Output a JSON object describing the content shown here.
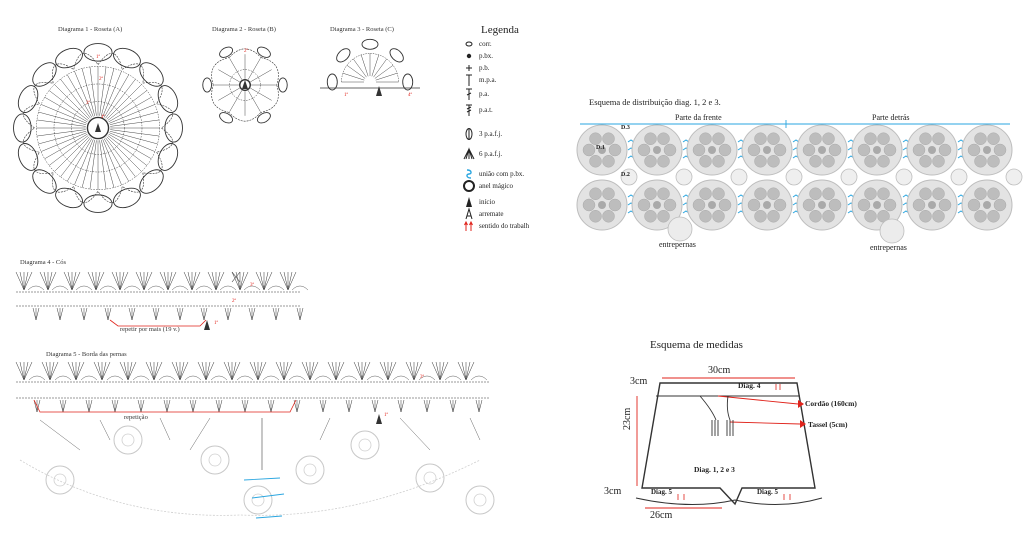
{
  "diagrams": {
    "d1": "Diagrama 1 - Roseta (A)",
    "d2": "Diagrama 2 - Roseta (B)",
    "d3": "Diagrama 3 - Roseta (C)",
    "d4": "Diagrama 4 - Cós",
    "d4_note": "repetir por mais (19 v.)",
    "d5": "Diagrama 5 - Borda das pernas",
    "d5_note": "repetição"
  },
  "legend": {
    "title": "Legenda",
    "items": [
      {
        "icon": "chain-icon",
        "label": "corr."
      },
      {
        "icon": "slip-stitch-icon",
        "label": "p.bx."
      },
      {
        "icon": "single-crochet-icon",
        "label": "p.b."
      },
      {
        "icon": "half-double-crochet-icon",
        "label": "m.p.a."
      },
      {
        "icon": "double-crochet-icon",
        "label": "p.a."
      },
      {
        "icon": "treble-crochet-icon",
        "label": "p.a.t."
      },
      {
        "icon": "three-dc-cluster-icon",
        "label": "3 p.a.f.j."
      },
      {
        "icon": "six-dc-cluster-icon",
        "label": "6 p.a.f.j."
      },
      {
        "icon": "join-slip-icon",
        "label": "união com p.bx."
      },
      {
        "icon": "magic-ring-icon",
        "label": "anel mágico"
      },
      {
        "icon": "start-icon",
        "label": "início"
      },
      {
        "icon": "finish-icon",
        "label": "arremate"
      },
      {
        "icon": "direction-icon",
        "label": "sentido do trabalh"
      }
    ]
  },
  "distribution": {
    "title": "Esquema de distribuição diag. 1, 2 e 3.",
    "front": "Parte da frente",
    "back": "Parte detrás",
    "d1": "D.1",
    "d2": "D.2",
    "d3": "D.3",
    "gusset_left": "entrepernas",
    "gusset_right": "entrepernas"
  },
  "measures": {
    "title": "Esquema de medidas",
    "top_width": "30cm",
    "waist_height": "3cm",
    "side_height": "23cm",
    "hem_height": "3cm",
    "bottom_width": "26cm",
    "d4": "Diag. 4",
    "cord": "Cordão (160cm)",
    "tassel": "Tassel (5cm)",
    "body": "Diag. 1, 2 e 3",
    "d5_left": "Diag. 5",
    "d5_right": "Diag. 5"
  },
  "colors": {
    "accent_red": "#e0231b",
    "accent_blue": "#2aa6e0",
    "line": "#333333",
    "motif_gray": "#bdbdbd"
  }
}
